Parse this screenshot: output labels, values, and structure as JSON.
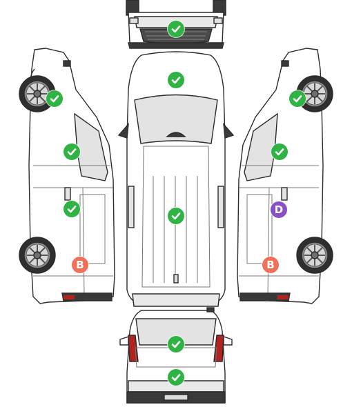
{
  "colors": {
    "ok": "#2fb344",
    "grade_b": "#f07159",
    "grade_d": "#8a4fc4",
    "line": "#2b2b2b",
    "body_fill": "#ffffff",
    "glass": "#e3e3e3",
    "dark_trim": "#3a3a3a",
    "tail_light": "#b0241f"
  },
  "views": [
    "front-view",
    "left-side-view",
    "roof-view",
    "right-side-view",
    "rear-view"
  ],
  "markers": [
    {
      "id": "front-bumper",
      "type": "ok",
      "icon": "check-icon",
      "label": ""
    },
    {
      "id": "left-front-wheel",
      "type": "ok",
      "icon": "check-icon",
      "label": ""
    },
    {
      "id": "left-front-door",
      "type": "ok",
      "icon": "check-icon",
      "label": ""
    },
    {
      "id": "left-sliding-door",
      "type": "ok",
      "icon": "check-icon",
      "label": ""
    },
    {
      "id": "left-rear-quarter",
      "type": "grade",
      "icon": "",
      "label": "B"
    },
    {
      "id": "hood",
      "type": "ok",
      "icon": "check-icon",
      "label": ""
    },
    {
      "id": "roof",
      "type": "ok",
      "icon": "check-icon",
      "label": ""
    },
    {
      "id": "right-front-wheel",
      "type": "ok",
      "icon": "check-icon",
      "label": ""
    },
    {
      "id": "right-front-door",
      "type": "ok",
      "icon": "check-icon",
      "label": ""
    },
    {
      "id": "right-sliding-door",
      "type": "grade",
      "icon": "",
      "label": "D"
    },
    {
      "id": "right-rear-quarter",
      "type": "grade",
      "icon": "",
      "label": "B"
    },
    {
      "id": "rear-window",
      "type": "ok",
      "icon": "check-icon",
      "label": ""
    },
    {
      "id": "tailgate",
      "type": "ok",
      "icon": "check-icon",
      "label": ""
    }
  ]
}
